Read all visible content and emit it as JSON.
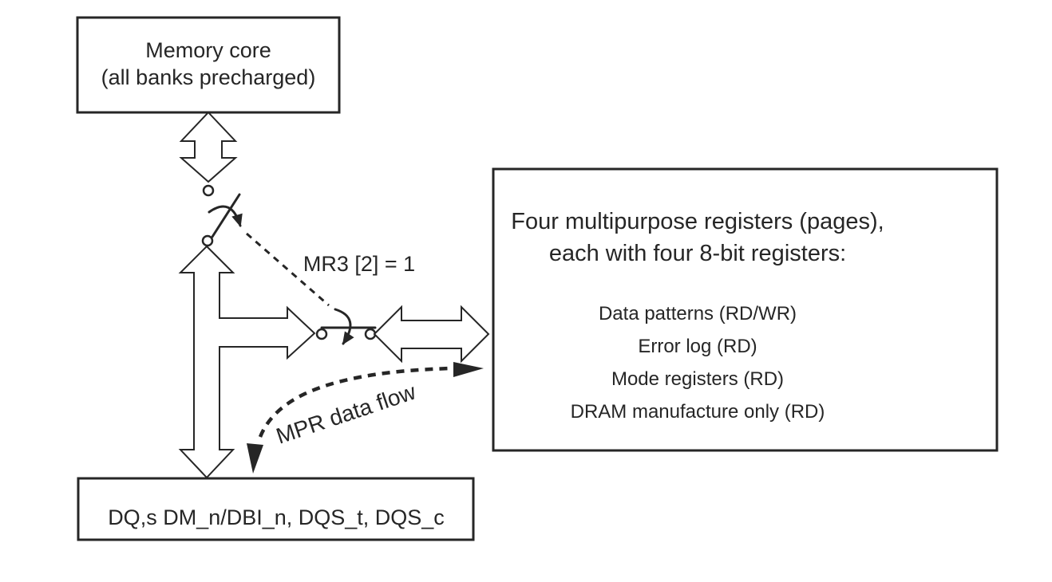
{
  "diagram": {
    "memory_box": {
      "line1": "Memory core",
      "line2": "(all banks precharged)"
    },
    "register_box": {
      "heading_line1": "Four multipurpose registers (pages),",
      "heading_line2": "each with four 8-bit registers:",
      "items": [
        "Data patterns (RD/WR)",
        "Error log (RD)",
        "Mode registers (RD)",
        "DRAM manufacture only (RD)"
      ]
    },
    "dq_box": {
      "label": "DQ,s DM_n/DBI_n, DQS_t, DQS_c"
    },
    "annotations": {
      "mode_register_setting": "MR3 [2] = 1",
      "data_flow_label": "MPR data flow"
    },
    "icons": [
      "double-headed-block-arrow-icon",
      "switch-open-icon",
      "switch-closed-icon",
      "dashed-flow-arrow-icon"
    ],
    "colors": {
      "ink": "#262626",
      "background": "#ffffff"
    }
  }
}
